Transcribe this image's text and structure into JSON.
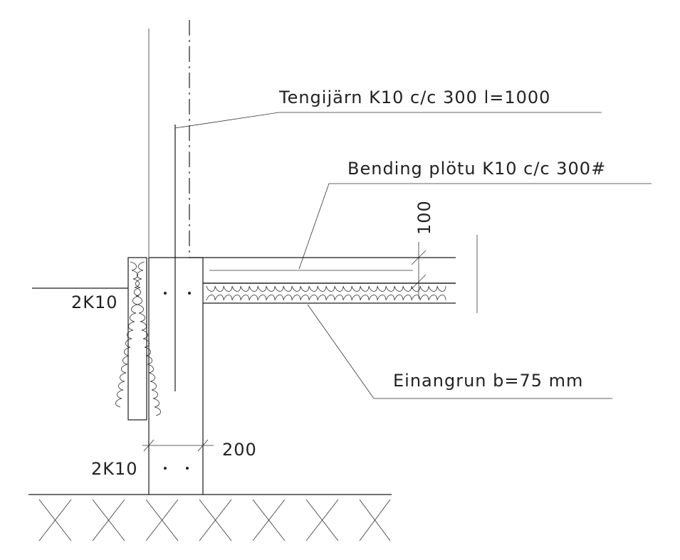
{
  "labels": {
    "tengijarn": "Tengijärn K10 c/c 300 l=1000",
    "bending": "Bending plötu K10 c/c 300#",
    "thickness": "100",
    "rebar_top": "2K10",
    "insulation": "Einangrun b=75 mm",
    "rebar_bottom": "2K10",
    "width": "200"
  }
}
